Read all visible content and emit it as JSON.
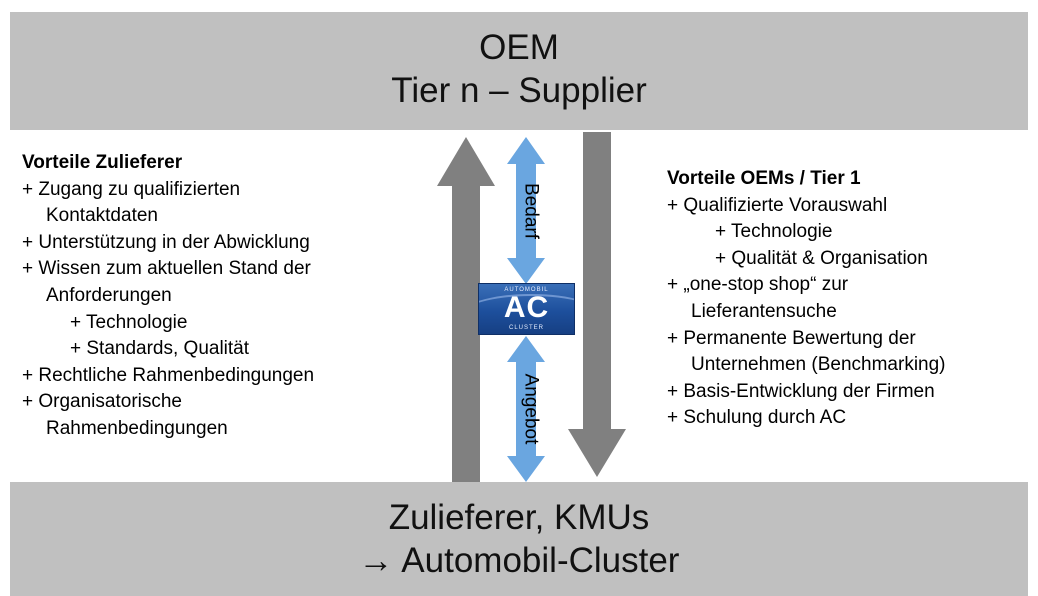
{
  "top_band": {
    "line1": "OEM",
    "line2": "Tier n – Supplier"
  },
  "bottom_band": {
    "line1": "Zulieferer, KMUs",
    "line2": "→ Automobil-Cluster"
  },
  "left_column": {
    "title": "Vorteile Zulieferer",
    "lines": [
      "+ Zugang zu qualifizierten",
      "Kontaktdaten",
      "+ Unterstützung in der Abwicklung",
      "+ Wissen zum aktuellen Stand der",
      "Anforderungen",
      "+ Technologie",
      "+ Standards, Qualität",
      "+ Rechtliche Rahmenbedingungen",
      "+ Organisatorische",
      "Rahmenbedingungen"
    ]
  },
  "right_column": {
    "title": "Vorteile OEMs / Tier 1",
    "lines": [
      "+ Qualifizierte Vorauswahl",
      "+ Technologie",
      "+ Qualität & Organisation",
      "+ „one-stop shop“ zur",
      "Lieferantensuche",
      "+ Permanente Bewertung der",
      "Unternehmen (Benchmarking)",
      "+ Basis-Entwicklung der Firmen",
      "+ Schulung durch AC"
    ]
  },
  "center": {
    "upper_arrow_label": "Bedarf",
    "lower_arrow_label": "Angebot",
    "logo": {
      "small_top": "AUTOMOBIL",
      "mark": "AC",
      "small_bottom": "CLUSTER"
    }
  },
  "colors": {
    "band": "#c0c0c0",
    "gray_arrow": "#808080",
    "blue_arrow": "#6aa6e0",
    "logo_blue": "#1d4f9c"
  }
}
